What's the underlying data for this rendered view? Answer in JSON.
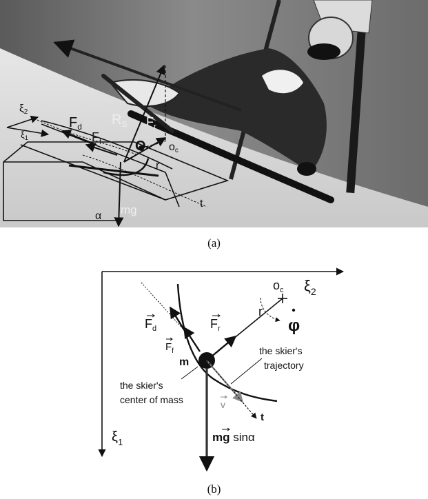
{
  "panel_a": {
    "caption": "(a)",
    "photo_labels": {
      "xi2": "ξ",
      "xi2_sub": "2",
      "xi1": "ξ",
      "xi1_sub": "1",
      "Fd": "F",
      "Fd_sub": "d",
      "Ff": "F",
      "Ff_sub": "f",
      "Rs": "R",
      "Rs_sub": "S",
      "Fr": "F",
      "Fr_sub": "r",
      "O": "O",
      "oc": "o",
      "oc_sub": "c",
      "r": "r",
      "mg": "mg",
      "t": "t",
      "alpha": "α"
    }
  },
  "panel_b": {
    "caption": "(b)",
    "labels": {
      "oc": "o",
      "oc_sub": "c",
      "xi2": "ξ",
      "xi2_sub": "2",
      "xi1": "ξ",
      "xi1_sub": "1",
      "phi_dot": "φ",
      "r": "r",
      "Fr": "F",
      "Fr_sub": "r",
      "Fd": "F",
      "Fd_sub": "d",
      "Ff": "F",
      "Ff_sub": "f",
      "m": "m",
      "trajectory_line1": "the skier's",
      "trajectory_line2": "trajectory",
      "com_line1": "the skier's",
      "com_line2": "center of mass",
      "v": "v",
      "t": "t",
      "mg": "mg",
      "sin_alpha": " sinα"
    }
  },
  "colors": {
    "ink": "#111111",
    "vector_gray": "#888888"
  }
}
